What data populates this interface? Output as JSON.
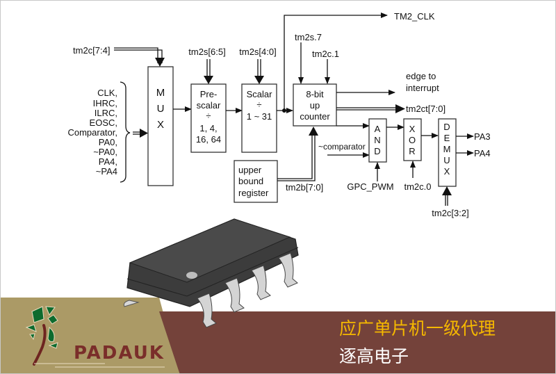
{
  "diagram": {
    "title": "Timer2 block diagram",
    "inputs": {
      "mux_select": "tm2c[7:4]",
      "prescaler_select": "tm2s[6:5]",
      "scalar_select": "tm2s[4:0]",
      "counter_en1": "tm2s.7",
      "counter_en2": "tm2c.1",
      "bound": "tm2b[7:0]",
      "comparator": "~comparator",
      "gpc_pwm": "GPC_PWM",
      "xor_ctrl": "tm2c.0",
      "demux_select": "tm2c[3:2]"
    },
    "clock_sources": [
      "CLK,",
      "IHRC,",
      "ILRC,",
      "EOSC,",
      "Comparator,",
      "PA0,",
      "~PA0,",
      "PA4,",
      "~PA4"
    ],
    "blocks": {
      "mux": [
        "M",
        "U",
        "X"
      ],
      "prescaler": [
        "Pre-",
        "scalar",
        "÷",
        "1, 4,",
        "16, 64"
      ],
      "scalar": [
        "Scalar",
        "÷",
        "1 ~ 31"
      ],
      "counter": [
        "8-bit",
        "up",
        "counter"
      ],
      "upper_bound": [
        "upper",
        "bound",
        "register"
      ],
      "and": [
        "A",
        "N",
        "D"
      ],
      "xor": [
        "X",
        "O",
        "R"
      ],
      "demux": [
        "D",
        "E",
        "M",
        "U",
        "X"
      ]
    },
    "outputs": {
      "tm2_clk": "TM2_CLK",
      "edge": [
        "edge to",
        "interrupt"
      ],
      "count": "tm2ct[7:0]",
      "pa3": "PA3",
      "pa4": "PA4"
    }
  },
  "banner": {
    "brand": "PADAUK",
    "line1": "应广单片机一级代理",
    "line2": "逐高电子",
    "colors": {
      "khaki": "#ab9a66",
      "brown": "#74423a",
      "gold": "#f5b800",
      "leaf": "#0d6b2e"
    }
  },
  "chip_image": "SOP-8 IC package"
}
